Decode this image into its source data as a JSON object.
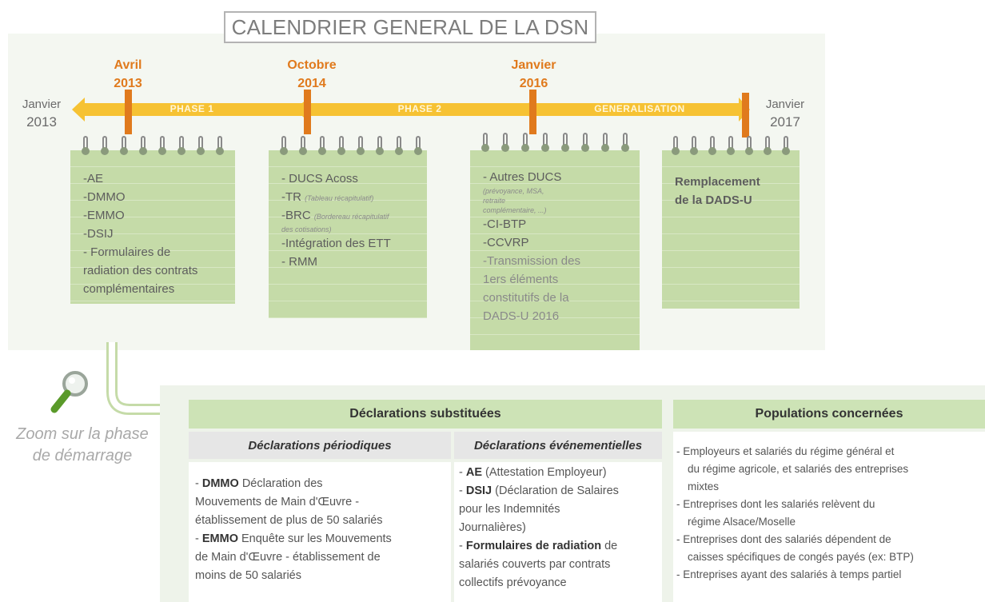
{
  "title": "CALENDRIER GENERAL DE LA DSN",
  "timeline": {
    "start": {
      "month": "Janvier",
      "year": "2013"
    },
    "end": {
      "month": "Janvier",
      "year": "2017"
    },
    "milestones": [
      {
        "month": "Avril",
        "year": "2013"
      },
      {
        "month": "Octobre",
        "year": "2014"
      },
      {
        "month": "Janvier",
        "year": "2016"
      }
    ],
    "phases": [
      "PHASE 1",
      "PHASE 2",
      "GENERALISATION"
    ],
    "colors": {
      "arrow": "#f6c233",
      "marker": "#e07a1d",
      "pad": "#c5dba8"
    }
  },
  "pads": {
    "pad1": [
      "-AE",
      "-DMMO",
      "-EMMO",
      "-DSIJ",
      "- Formulaires de",
      "radiation des contrats",
      "complémentaires"
    ],
    "pad2": {
      "l1": "- DUCS Acoss",
      "l2": "-TR",
      "l2_small": "(Tableau récapitulatif)",
      "l3": "-BRC",
      "l3_small": "(Bordereau récapitulatif",
      "l3_small2": "des cotisations)",
      "l4": "-Intégration des ETT",
      "l5": "- RMM"
    },
    "pad3": {
      "l1": "- Autres DUCS",
      "l1_small": "(prévoyance, MSA,",
      "l1_small2": "retraite",
      "l1_small3": "complémentaire, ...)",
      "l2": "-CI-BTP",
      "l3": "-CCVRP",
      "l4": "-Transmission des",
      "l5": "1ers éléments",
      "l6": "constitutifs de la",
      "l7": "DADS-U 2016"
    },
    "pad4": [
      "Remplacement",
      "de la DADS-U"
    ]
  },
  "zoom": {
    "caption_line1": "Zoom sur la phase",
    "caption_line2": "de démarrage",
    "icon": "magnifier-icon"
  },
  "table": {
    "header_left": "Déclarations substituées",
    "header_right": "Populations concernées",
    "sub_left": "Déclarations périodiques",
    "sub_mid": "Déclarations événementielles",
    "periodic": {
      "b1": "DMMO",
      "t1": "Déclaration des",
      "t1b": "Mouvements de Main d'Œuvre -",
      "t1c": "établissement de plus de 50 salariés",
      "b2": "EMMO",
      "t2": "Enquête sur les Mouvements",
      "t2b": "de Main d'Œuvre - établissement de",
      "t2c": "moins de 50 salariés"
    },
    "events": {
      "b1": "AE",
      "t1": "(Attestation Employeur)",
      "b2": "DSIJ",
      "t2": "(Déclaration de Salaires",
      "t2b": "pour les Indemnités",
      "t2c": "Journalières)",
      "b3": "Formulaires de radiation",
      "t3": "de",
      "t3b": "salariés couverts par contrats",
      "t3c": "collectifs prévoyance"
    },
    "populations": [
      "- Employeurs et salariés du régime général et",
      "du régime agricole, et salariés des entreprises",
      "mixtes",
      "- Entreprises dont les salariés relèvent du",
      "régime Alsace/Moselle",
      "- Entreprises dont des salariés dépendent de",
      "caisses spécifiques de congés payés (ex: BTP)",
      "- Entreprises ayant des salariés à temps partiel"
    ]
  }
}
